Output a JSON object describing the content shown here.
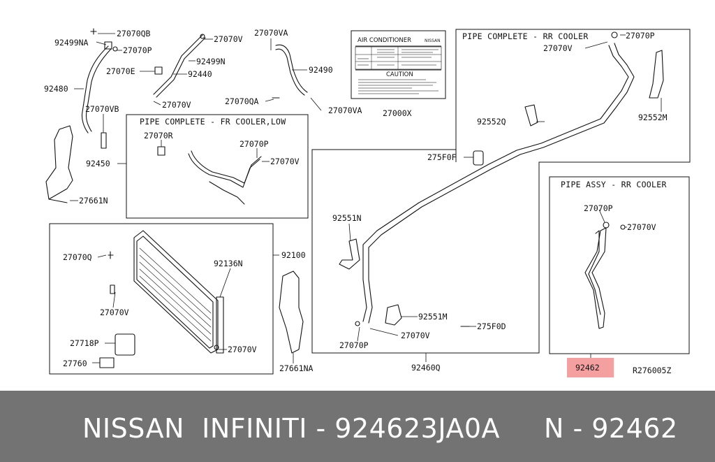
{
  "diagram": {
    "highlight": {
      "part": "92462",
      "color": "#f4a0a0"
    },
    "reference_code": "R276005Z",
    "groups": {
      "fr_cooler_low": {
        "title": "PIPE COMPLETE - FR COOLER,LOW"
      },
      "rr_cooler": {
        "title": "PIPE COMPLETE - RR COOLER"
      },
      "pipe_assy_rr": {
        "title": "PIPE ASSY - RR COOLER"
      }
    },
    "labels": {
      "l_27070qb": "27070QB",
      "l_92499na": "92499NA",
      "l_27070p_a": "27070P",
      "l_27070v_a": "27070V",
      "l_27070va_a": "27070VA",
      "l_92499n": "92499N",
      "l_27070e": "27070E",
      "l_92440": "92440",
      "l_92490": "92490",
      "l_92480": "92480",
      "l_27070vb": "27070VB",
      "l_27070v_b": "27070V",
      "l_27070qa": "27070QA",
      "l_27070va_b": "27070VA",
      "l_27000x": "27000X",
      "l_27070r": "27070R",
      "l_27070p_b": "27070P",
      "l_27070v_c": "27070V",
      "l_92450": "92450",
      "l_27661n": "27661N",
      "l_27070v_d": "27070V",
      "l_27070p_c": "27070P",
      "l_92552q": "92552Q",
      "l_92552m": "92552M",
      "l_275f0f": "275F0F",
      "l_92551n": "92551N",
      "l_92551m": "92551M",
      "l_27070p_d": "27070P",
      "l_27070v_e": "27070V",
      "l_275f0d": "275F0D",
      "l_92460q": "92460Q",
      "l_27070p_e": "27070P",
      "l_27070v_f": "27070V",
      "l_92462": "92462",
      "l_27070q": "27070Q",
      "l_92136n": "92136N",
      "l_92100": "92100",
      "l_27070v_g": "27070V",
      "l_27070v_h": "27070V",
      "l_27718p": "27718P",
      "l_27760": "27760",
      "l_27661na": "27661NA"
    },
    "caution_label": {
      "heading": "AIR CONDITIONER",
      "heading_code": "NISSAN",
      "caution": "CAUTION"
    }
  },
  "footer": {
    "text": "NISSAN  INFINITI - 924623JA0A     N - 92462",
    "background": "#737373"
  }
}
